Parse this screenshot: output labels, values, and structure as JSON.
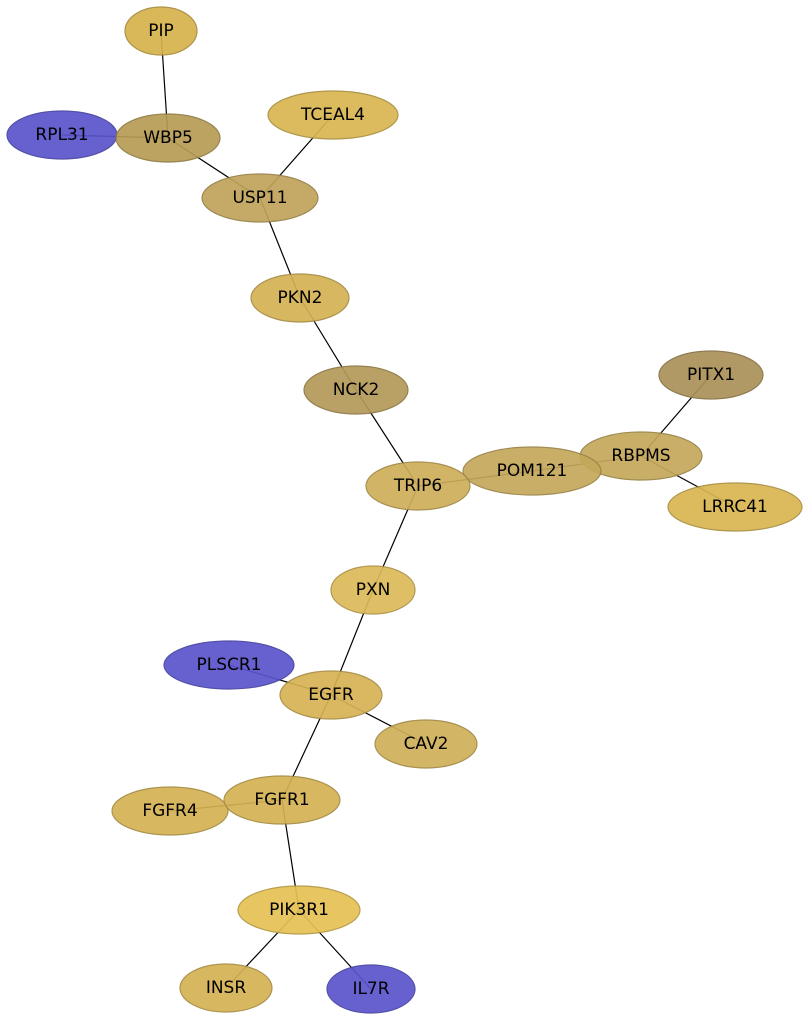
{
  "graph": {
    "nodes": [
      {
        "id": "PIP",
        "label": "PIP",
        "color": "#d6b24c"
      },
      {
        "id": "RPL31",
        "label": "RPL31",
        "color": "#5a54cc"
      },
      {
        "id": "WBP5",
        "label": "WBP5",
        "color": "#b79c54"
      },
      {
        "id": "TCEAL4",
        "label": "TCEAL4",
        "color": "#d8b650"
      },
      {
        "id": "USP11",
        "label": "USP11",
        "color": "#c0a35a"
      },
      {
        "id": "PKN2",
        "label": "PKN2",
        "color": "#d4b254"
      },
      {
        "id": "NCK2",
        "label": "NCK2",
        "color": "#b49a58"
      },
      {
        "id": "PITX1",
        "label": "PITX1",
        "color": "#ab9158"
      },
      {
        "id": "RBPMS",
        "label": "RBPMS",
        "color": "#c4a85a"
      },
      {
        "id": "POM121",
        "label": "POM121",
        "color": "#c4a85a"
      },
      {
        "id": "TRIP6",
        "label": "TRIP6",
        "color": "#ceae58"
      },
      {
        "id": "LRRC41",
        "label": "LRRC41",
        "color": "#d8b650"
      },
      {
        "id": "PXN",
        "label": "PXN",
        "color": "#dcba58"
      },
      {
        "id": "PLSCR1",
        "label": "PLSCR1",
        "color": "#5a54cc"
      },
      {
        "id": "EGFR",
        "label": "EGFR",
        "color": "#d6b254"
      },
      {
        "id": "CAV2",
        "label": "CAV2",
        "color": "#cfaf58"
      },
      {
        "id": "FGFR4",
        "label": "FGFR4",
        "color": "#d4b254"
      },
      {
        "id": "FGFR1",
        "label": "FGFR1",
        "color": "#d4b254"
      },
      {
        "id": "PIK3R1",
        "label": "PIK3R1",
        "color": "#e6c254"
      },
      {
        "id": "INSR",
        "label": "INSR",
        "color": "#d4b254"
      },
      {
        "id": "IL7R",
        "label": "IL7R",
        "color": "#5a54cc"
      }
    ],
    "edges": [
      [
        "PIP",
        "WBP5"
      ],
      [
        "RPL31",
        "WBP5"
      ],
      [
        "WBP5",
        "USP11"
      ],
      [
        "TCEAL4",
        "USP11"
      ],
      [
        "USP11",
        "PKN2"
      ],
      [
        "PKN2",
        "NCK2"
      ],
      [
        "NCK2",
        "TRIP6"
      ],
      [
        "TRIP6",
        "POM121"
      ],
      [
        "POM121",
        "RBPMS"
      ],
      [
        "PITX1",
        "RBPMS"
      ],
      [
        "RBPMS",
        "LRRC41"
      ],
      [
        "TRIP6",
        "PXN"
      ],
      [
        "PXN",
        "EGFR"
      ],
      [
        "PLSCR1",
        "EGFR"
      ],
      [
        "EGFR",
        "CAV2"
      ],
      [
        "EGFR",
        "FGFR1"
      ],
      [
        "FGFR4",
        "FGFR1"
      ],
      [
        "FGFR1",
        "PIK3R1"
      ],
      [
        "PIK3R1",
        "INSR"
      ],
      [
        "PIK3R1",
        "IL7R"
      ]
    ]
  }
}
